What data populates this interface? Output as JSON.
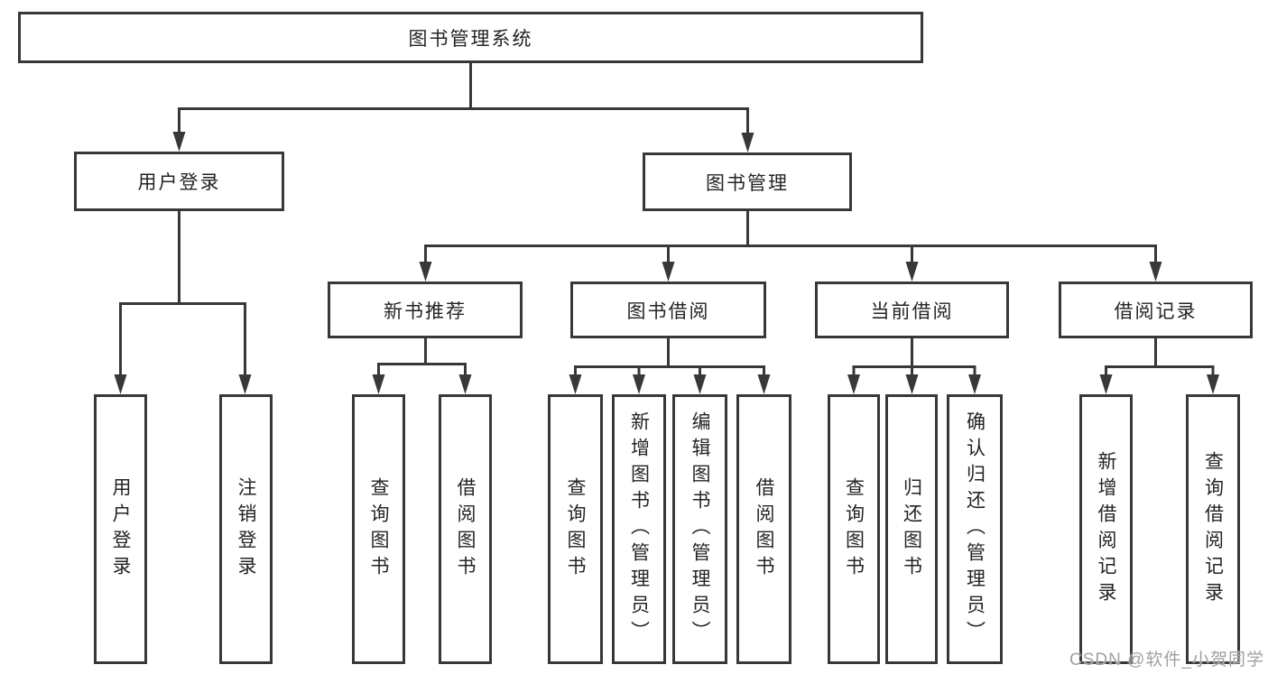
{
  "diagram": {
    "title": "图书管理系统",
    "branches": [
      {
        "label": "用户登录",
        "children": [
          {
            "label": "用户登录"
          },
          {
            "label": "注销登录"
          }
        ]
      },
      {
        "label": "图书管理",
        "children": [
          {
            "label": "新书推荐",
            "children": [
              {
                "label": "查询图书"
              },
              {
                "label": "借阅图书"
              }
            ]
          },
          {
            "label": "图书借阅",
            "children": [
              {
                "label": "查询图书"
              },
              {
                "label": "新增图书（管理员）"
              },
              {
                "label": "编辑图书（管理员）"
              },
              {
                "label": "借阅图书"
              }
            ]
          },
          {
            "label": "当前借阅",
            "children": [
              {
                "label": "查询图书"
              },
              {
                "label": "归还图书"
              },
              {
                "label": "确认归还（管理员）"
              }
            ]
          },
          {
            "label": "借阅记录",
            "children": [
              {
                "label": "新增借阅记录"
              },
              {
                "label": "查询借阅记录"
              }
            ]
          }
        ]
      }
    ]
  },
  "watermark": {
    "text": "CSDN @软件_小贺同学"
  },
  "colors": {
    "line": "#383838",
    "text": "#242424",
    "background": "#ffffff",
    "watermark": "#a0a0a0"
  }
}
